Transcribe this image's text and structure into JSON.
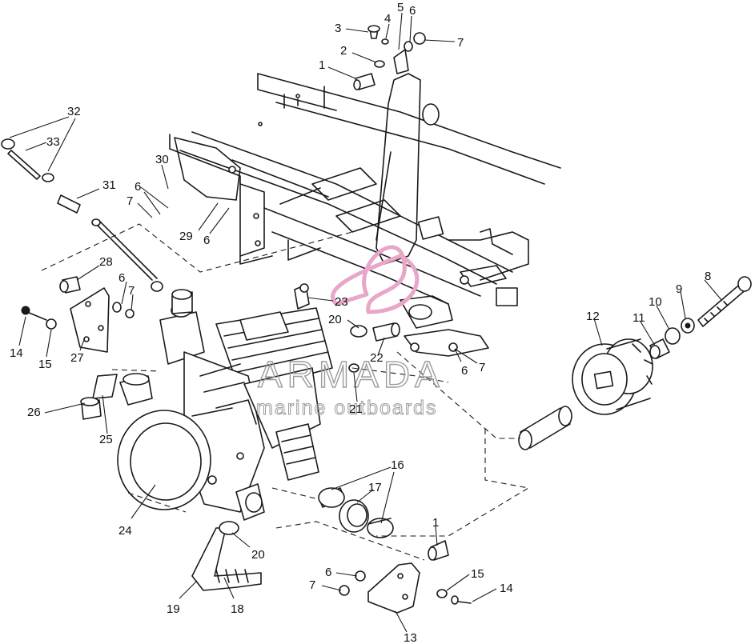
{
  "watermark": {
    "title": "ARMADA",
    "subtitle": "marine outboards",
    "logo_color": "#e8a6c8",
    "text_color": "#9b9b9b"
  },
  "callouts": [
    {
      "id": "c1",
      "label": "3"
    },
    {
      "id": "c2",
      "label": "4"
    },
    {
      "id": "c3",
      "label": "5"
    },
    {
      "id": "c4",
      "label": "6"
    },
    {
      "id": "c5",
      "label": "7"
    },
    {
      "id": "c6",
      "label": "2"
    },
    {
      "id": "c7",
      "label": "1"
    },
    {
      "id": "c8",
      "label": "32"
    },
    {
      "id": "c9",
      "label": "33"
    },
    {
      "id": "c10",
      "label": "30"
    },
    {
      "id": "c11",
      "label": "31"
    },
    {
      "id": "c12",
      "label": "6"
    },
    {
      "id": "c13",
      "label": "7"
    },
    {
      "id": "c14",
      "label": "29"
    },
    {
      "id": "c15",
      "label": "6"
    },
    {
      "id": "c16",
      "label": "28"
    },
    {
      "id": "c17",
      "label": "6"
    },
    {
      "id": "c18",
      "label": "7"
    },
    {
      "id": "c19",
      "label": "14"
    },
    {
      "id": "c20",
      "label": "15"
    },
    {
      "id": "c21",
      "label": "27"
    },
    {
      "id": "c22",
      "label": "26"
    },
    {
      "id": "c23",
      "label": "25"
    },
    {
      "id": "c24",
      "label": "24"
    },
    {
      "id": "c25",
      "label": "23"
    },
    {
      "id": "c26",
      "label": "20"
    },
    {
      "id": "c27",
      "label": "22"
    },
    {
      "id": "c28",
      "label": "21"
    },
    {
      "id": "c29",
      "label": "6"
    },
    {
      "id": "c30",
      "label": "7"
    },
    {
      "id": "c31",
      "label": "8"
    },
    {
      "id": "c32",
      "label": "9"
    },
    {
      "id": "c33",
      "label": "10"
    },
    {
      "id": "c34",
      "label": "11"
    },
    {
      "id": "c35",
      "label": "12"
    },
    {
      "id": "c36",
      "label": "16"
    },
    {
      "id": "c37",
      "label": "17"
    },
    {
      "id": "c38",
      "label": "1"
    },
    {
      "id": "c39",
      "label": "20"
    },
    {
      "id": "c40",
      "label": "6"
    },
    {
      "id": "c41",
      "label": "15"
    },
    {
      "id": "c42",
      "label": "7"
    },
    {
      "id": "c43",
      "label": "14"
    },
    {
      "id": "c44",
      "label": "19"
    },
    {
      "id": "c45",
      "label": "18"
    },
    {
      "id": "c46",
      "label": "13"
    }
  ]
}
